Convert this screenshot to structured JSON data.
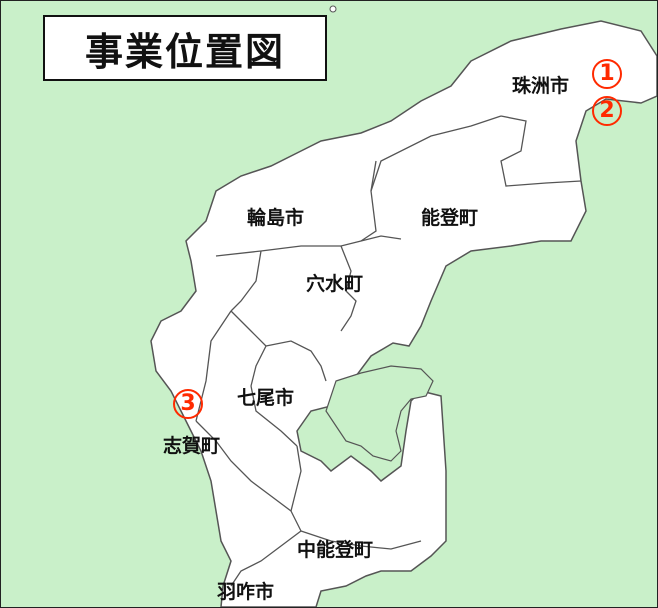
{
  "title": "事業位置図",
  "colors": {
    "sea": "#c9f0c9",
    "land": "#ffffff",
    "border": "#555555",
    "marker": "#ff2a00"
  },
  "municipalities": {
    "suzu": "珠洲市",
    "wajima": "輪島市",
    "noto": "能登町",
    "anamizu": "穴水町",
    "nanao": "七尾市",
    "shika": "志賀町",
    "nakanoto": "中能登町",
    "hakui": "羽咋市"
  },
  "markers": [
    "1",
    "2",
    "3"
  ]
}
